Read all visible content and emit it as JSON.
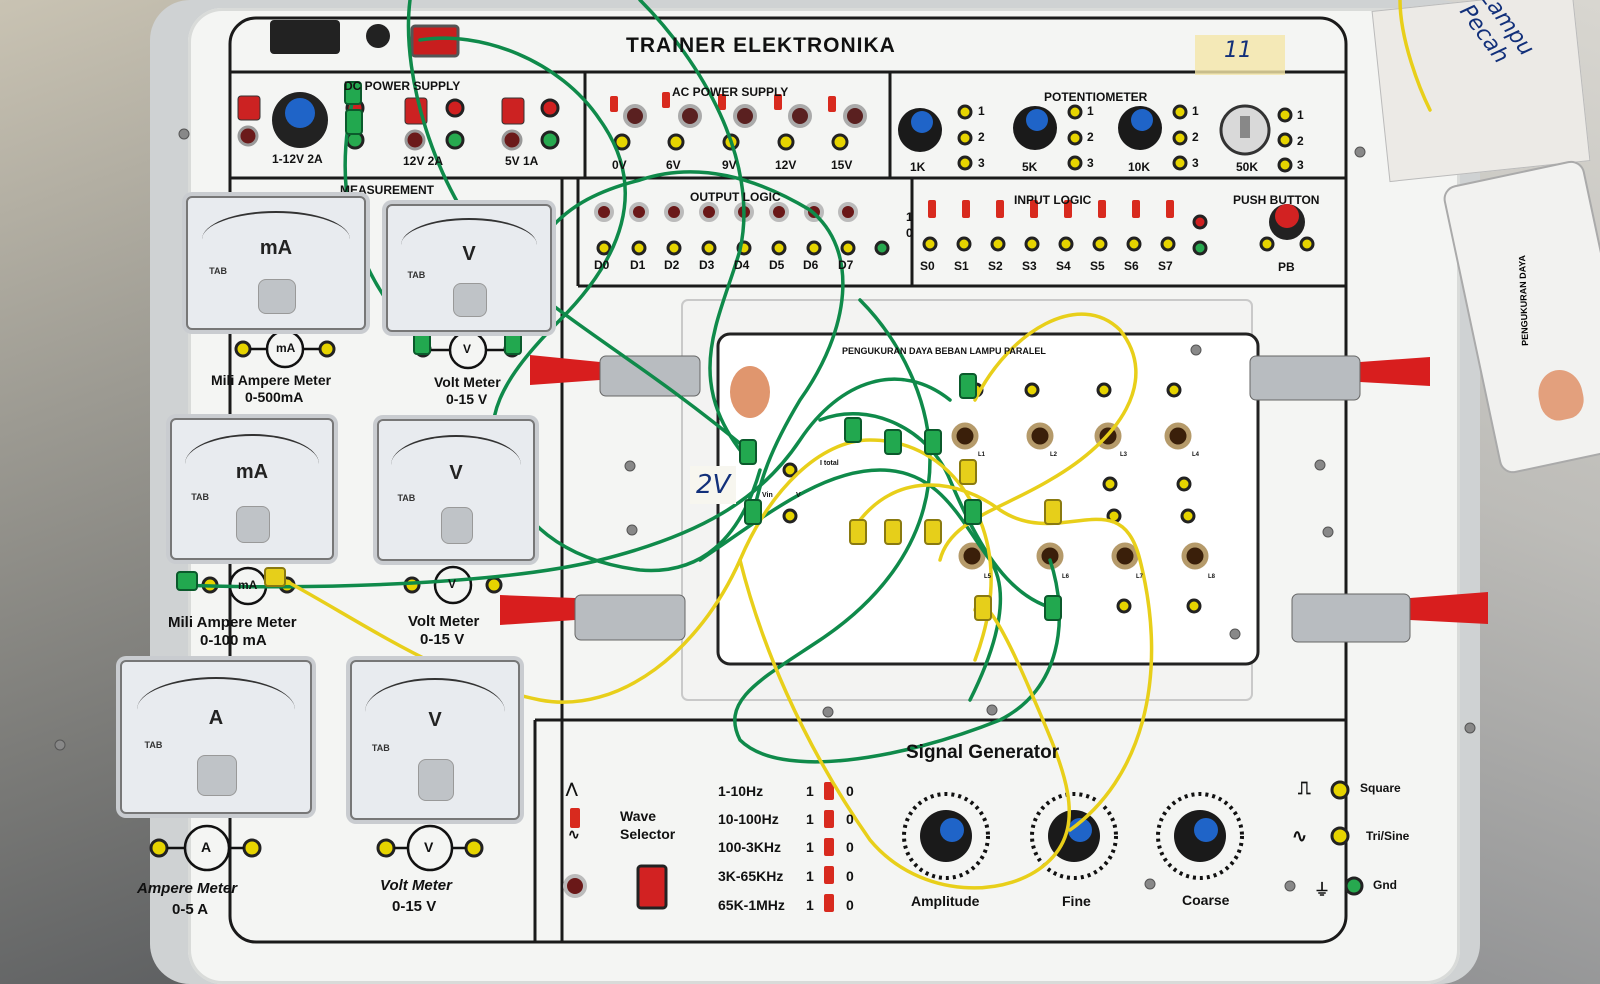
{
  "panel_title": "TRAINER ELEKTRONIKA",
  "handwritten_mark": "11",
  "handwritten_voltage": "2V",
  "dc_supply": {
    "title": "DC POWER SUPPLY",
    "outputs": [
      "1-12V 2A",
      "12V 2A",
      "5V 1A"
    ]
  },
  "ac_supply": {
    "title": "AC POWER SUPPLY",
    "taps": [
      "0V",
      "6V",
      "9V",
      "12V",
      "15V"
    ]
  },
  "potentiometer": {
    "title": "POTENTIOMETER",
    "values": [
      "1K",
      "5K",
      "10K",
      "50K"
    ],
    "pins": [
      "1",
      "2",
      "3"
    ]
  },
  "measurement": {
    "title": "MEASUREMENT",
    "meters": [
      {
        "unit": "mA",
        "label": "Mili Ampere Meter",
        "range": "0-500mA",
        "symbol": "mA",
        "scale_max": "500"
      },
      {
        "unit": "V",
        "label": "Volt Meter",
        "range": "0-15 V",
        "symbol": "V",
        "scale_max": "15"
      },
      {
        "unit": "mA",
        "label": "Mili Ampere Meter",
        "range": "0-100 mA",
        "symbol": "mA",
        "scale_max": "100"
      },
      {
        "unit": "V",
        "label": "Volt Meter",
        "range": "0-15 V",
        "symbol": "V",
        "scale_max": "15"
      },
      {
        "unit": "A",
        "label": "Ampere Meter",
        "range": "0-5 A",
        "symbol": "A",
        "scale_max": "5"
      },
      {
        "unit": "V",
        "label": "Volt Meter",
        "range": "0-15 V",
        "symbol": "V",
        "scale_max": "15"
      }
    ],
    "brand": "TAB"
  },
  "output_logic": {
    "title": "OUTPUT LOGIC",
    "channels": [
      "D0",
      "D1",
      "D2",
      "D3",
      "D4",
      "D5",
      "D6",
      "D7"
    ]
  },
  "input_logic": {
    "title": "INPUT LOGIC",
    "channels": [
      "S0",
      "S1",
      "S2",
      "S3",
      "S4",
      "S5",
      "S6",
      "S7"
    ],
    "switch_states": [
      "1",
      "0"
    ]
  },
  "push_button": {
    "title": "PUSH BUTTON",
    "label": "PB"
  },
  "module": {
    "title": "PENGUKURAN DAYA BEBAN LAMPU PARALEL",
    "lamps": [
      "L1",
      "L2",
      "L3",
      "L4",
      "L5",
      "L6",
      "L7",
      "L8"
    ],
    "terminals": [
      "Vin",
      "V",
      "I total"
    ]
  },
  "signal_generator": {
    "title": "Signal Generator",
    "wave_selector": "Wave Selector",
    "ranges": [
      "1-10Hz",
      "10-100Hz",
      "100-3KHz",
      "3K-65KHz",
      "65K-1MHz"
    ],
    "range_switch": [
      "1",
      "0"
    ],
    "knobs": [
      "Amplitude",
      "Fine",
      "Coarse"
    ],
    "outputs": [
      "Square",
      "Tri/Sine",
      "Gnd"
    ]
  },
  "side_box": {
    "text": "Lampu Pecah"
  },
  "side_module": {
    "text": "PENGUKURAN DAYA"
  },
  "colors": {
    "wire_green": "#0f8a4a",
    "wire_yellow": "#e8cf1a",
    "clamp_red": "#d81e1e",
    "knob_blue": "#1f64c8",
    "jack_yellow": "#e6d400",
    "jack_green": "#27a94f"
  }
}
